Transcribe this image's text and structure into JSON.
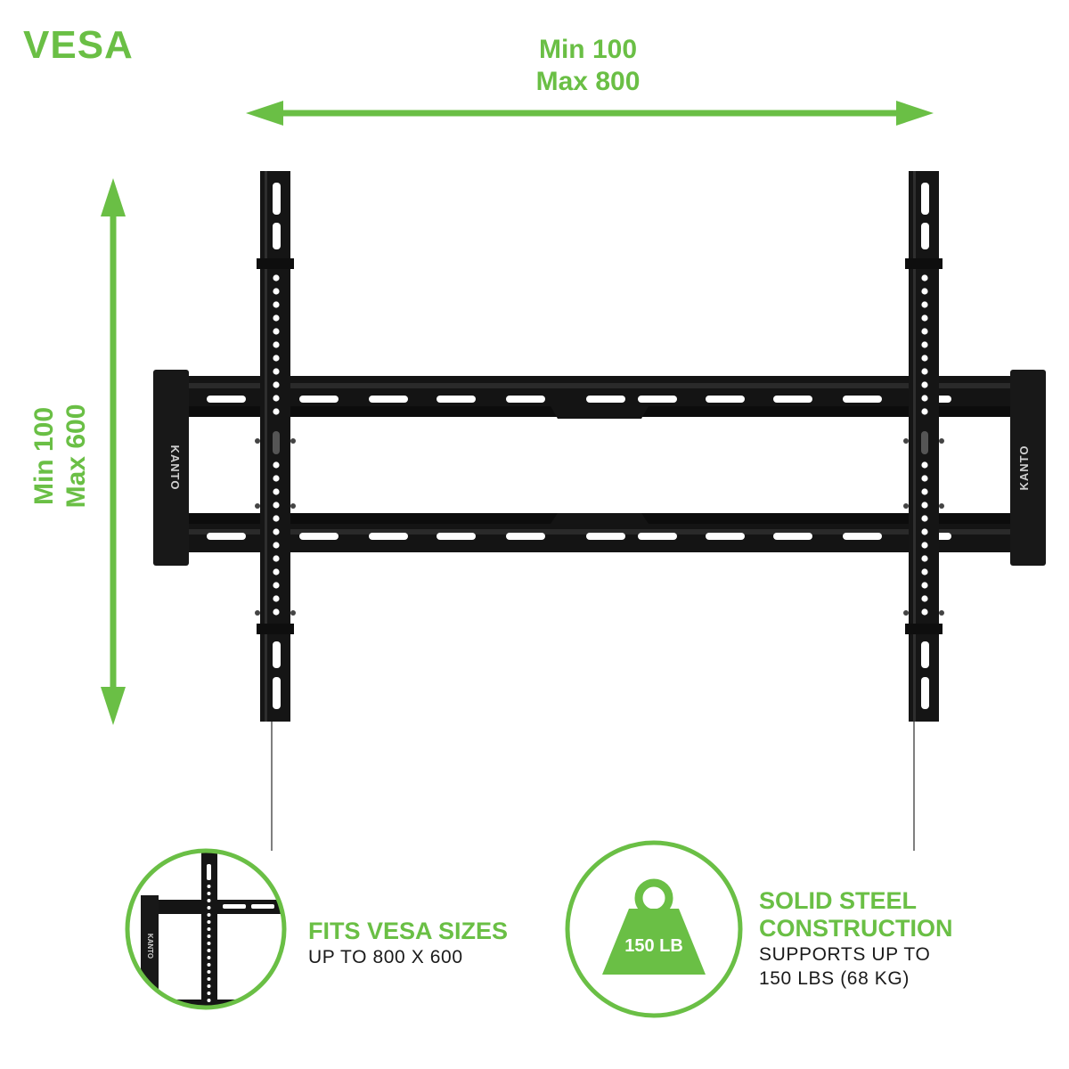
{
  "title": "VESA",
  "horizontal": {
    "min": "Min 100",
    "max": "Max 800"
  },
  "vertical": {
    "min": "Min 100",
    "max": "Max 600"
  },
  "brand": "KANTO",
  "features": [
    {
      "heading": "FITS VESA SIZES",
      "sub_lines": [
        "UP TO 800 X 600"
      ]
    },
    {
      "heading_lines": [
        "SOLID STEEL",
        "CONSTRUCTION"
      ],
      "sub_lines": [
        "SUPPORTS UP TO",
        "150 LBS (68 KG)"
      ]
    }
  ],
  "weight_label": "150 LB",
  "colors": {
    "accent": "#6abf45",
    "mount": "#111111",
    "text": "#1a1a1a"
  }
}
